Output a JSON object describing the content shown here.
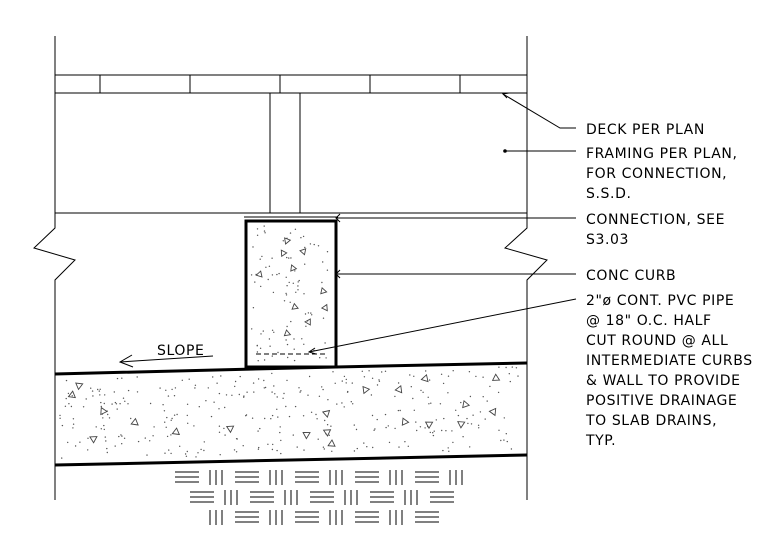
{
  "callouts": [
    {
      "id": "deck",
      "lines": [
        "DECK PER PLAN"
      ]
    },
    {
      "id": "framing",
      "lines": [
        "FRAMING PER PLAN,",
        "FOR CONNECTION,",
        "S.S.D."
      ]
    },
    {
      "id": "connection",
      "lines": [
        "CONNECTION, SEE",
        "S3.03"
      ]
    },
    {
      "id": "curb",
      "lines": [
        "CONC CURB"
      ]
    },
    {
      "id": "pipe",
      "lines": [
        "2\"ø CONT. PVC PIPE",
        "@ 18\" O.C. HALF",
        "CUT ROUND @ ALL",
        "INTERMEDIATE CURBS",
        "& WALL TO PROVIDE",
        "POSITIVE DRAINAGE",
        "TO SLAB DRAINS,",
        "TYP."
      ]
    }
  ],
  "slope_label": "SLOPE"
}
